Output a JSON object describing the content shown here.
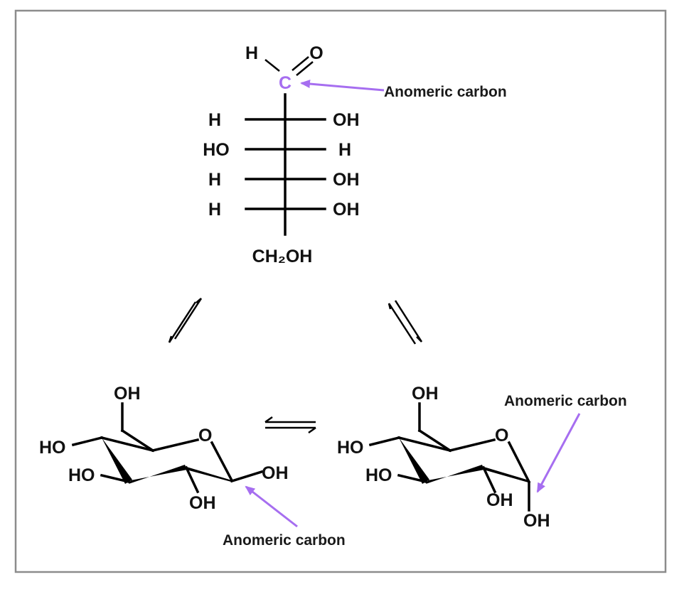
{
  "colors": {
    "frame": "#8c8c8c",
    "bond": "#000000",
    "highlight": "#a66ef0",
    "text": "#111111"
  },
  "open_chain": {
    "aldehyde_h": "H",
    "aldehyde_o": "O",
    "carbonyl_carbon": "C",
    "rows": [
      {
        "left": "H",
        "right": "OH"
      },
      {
        "left": "HO",
        "right": "H"
      },
      {
        "left": "H",
        "right": "OH"
      },
      {
        "left": "H",
        "right": "OH"
      }
    ],
    "bottom": "CH₂OH"
  },
  "ring_alpha": {
    "c6_oh": "OH",
    "ring_o": "O",
    "c4_ho": "HO",
    "c3_ho": "HO",
    "c2_oh": "OH",
    "c1_oh": "OH"
  },
  "ring_beta": {
    "c6_oh": "OH",
    "ring_o": "O",
    "c4_ho": "HO",
    "c3_ho": "HO",
    "c2_oh": "OH",
    "c1_oh": "OH"
  },
  "annotations": {
    "top": "Anomeric carbon",
    "bottom_left": "Anomeric carbon",
    "bottom_right": "Anomeric carbon"
  }
}
